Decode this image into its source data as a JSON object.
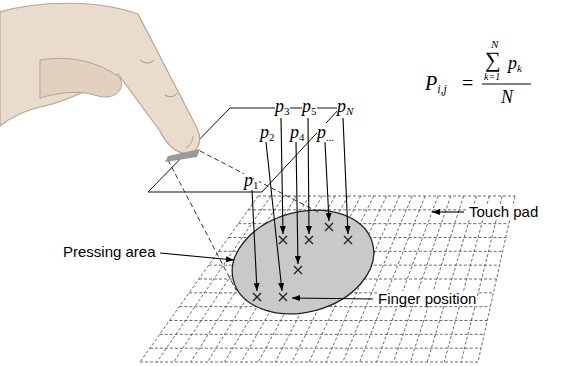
{
  "diagram": {
    "labels": [
      "p",
      "1",
      "p",
      "2",
      "p",
      "3",
      "p",
      "4",
      "p",
      "5",
      "p",
      "...",
      "p",
      "N",
      "P",
      "i,j",
      "=",
      "N",
      "∑",
      "k=1",
      "p",
      "k",
      "N",
      "Pressing area",
      "Touch pad",
      "Finger position"
    ]
  }
}
